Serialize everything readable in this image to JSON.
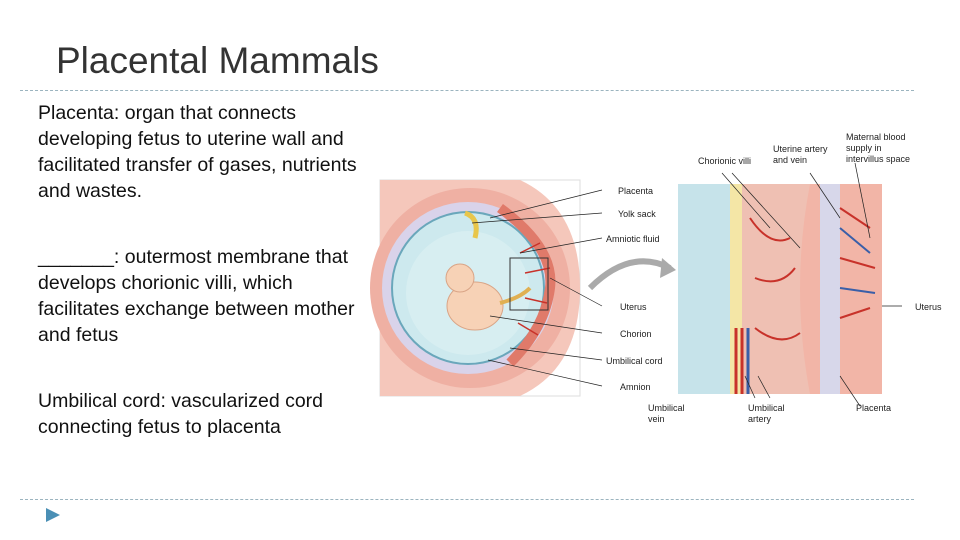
{
  "slide": {
    "title": "Placental Mammals",
    "blocks": [
      {
        "term": "Placenta",
        "definition": ": organ that connects developing fetus to uterine wall and facilitated transfer of gases, nutrients and wastes."
      },
      {
        "term": "_______",
        "definition": ": outermost membrane that develops chorionic villi, which facilitates exchange between mother and fetus"
      },
      {
        "term": "Umbilical cord",
        "definition": ": vascularized cord connecting fetus to placenta"
      }
    ]
  },
  "diagram": {
    "labels": {
      "placenta": "Placenta",
      "yolk_sack": "Yolk sack",
      "amniotic_fluid": "Amniotic fluid",
      "uterus_left": "Uterus",
      "chorion": "Chorion",
      "umbilical_cord": "Umbilical cord",
      "amnion": "Amnion",
      "chorionic_villi": "Chorionic villi",
      "uterine_artery_1": "Uterine artery",
      "uterine_artery_2": "and vein",
      "maternal_1": "Maternal blood",
      "maternal_2": "supply in",
      "maternal_3": "intervillus space",
      "uterus_right": "Uterus",
      "umb_vein_1": "Umbilical",
      "umb_vein_2": "vein",
      "umb_artery_1": "Umbilical",
      "umb_artery_2": "artery",
      "placenta_bottom": "Placenta"
    }
  },
  "colors": {
    "accent": "#4a8fb5",
    "uterus_pink": "#f2b5a7",
    "placenta_tissue": "#e88a7a",
    "amniotic": "#c6e3ea",
    "vessel_red": "#c8322a",
    "vessel_blue": "#3a5fa8"
  }
}
